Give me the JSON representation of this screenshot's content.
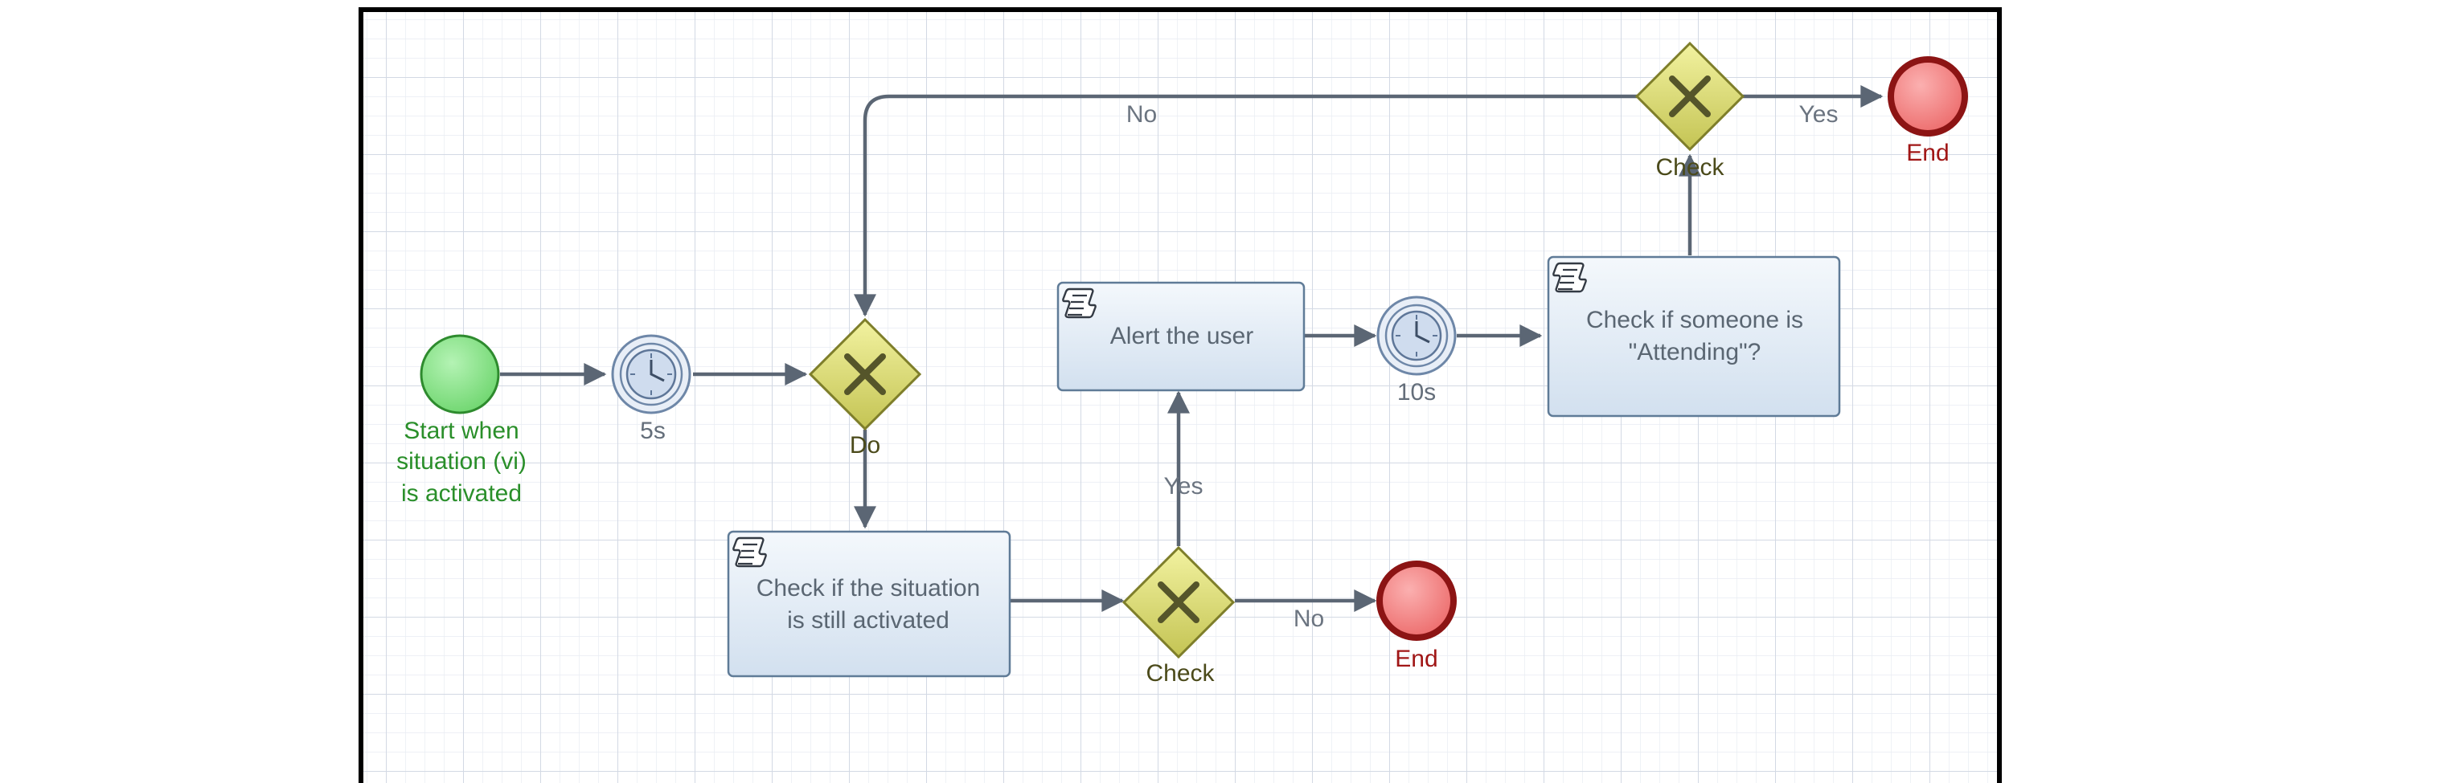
{
  "colors": {
    "grid_minor": "#e8ecf3",
    "grid_major": "#d3d9e4",
    "frame": "#000000",
    "edge": "#5b6674",
    "edge_label": "#6b7480",
    "task_fill_top": "#f4f8fc",
    "task_fill_bottom": "#d2e0ef",
    "task_border": "#5f7b97",
    "task_text": "#5a6672",
    "gateway_fill_top": "#f2f2a0",
    "gateway_fill_bottom": "#c4c454",
    "gateway_border": "#7e7e2a",
    "gateway_label": "#4b4a1a",
    "start_fill": "#8fe38f",
    "start_border": "#2e8b2e",
    "start_label": "#2a8f2a",
    "end_fill": "#f48a8a",
    "end_border": "#8c1414",
    "end_label": "#a01616",
    "timer_fill": "#cfdcee",
    "timer_border": "#6e87a8",
    "timer_label": "#646e7a"
  },
  "nodes": {
    "start": {
      "label_lines": [
        "Start when",
        "situation (vi)",
        "is activated"
      ]
    },
    "timer_5s": {
      "label": "5s"
    },
    "gateway_do": {
      "label": "Do"
    },
    "task_check_situation": {
      "label_lines": [
        "Check if the situation",
        "is still activated"
      ],
      "icon": "script-icon"
    },
    "gateway_check_1": {
      "label": "Check"
    },
    "end_1": {
      "label": "End"
    },
    "task_alert": {
      "label_lines": [
        "Alert the user"
      ],
      "icon": "script-icon"
    },
    "timer_10s": {
      "label": "10s"
    },
    "task_check_attending": {
      "label_lines": [
        "Check if someone is",
        "\"Attending\"?"
      ],
      "icon": "script-icon"
    },
    "gateway_check_2": {
      "label": "Check"
    },
    "end_2": {
      "label": "End"
    }
  },
  "edges": {
    "check2_no": {
      "label": "No"
    },
    "check2_yes": {
      "label": "Yes"
    },
    "check1_yes": {
      "label": "Yes"
    },
    "check1_no": {
      "label": "No"
    }
  }
}
